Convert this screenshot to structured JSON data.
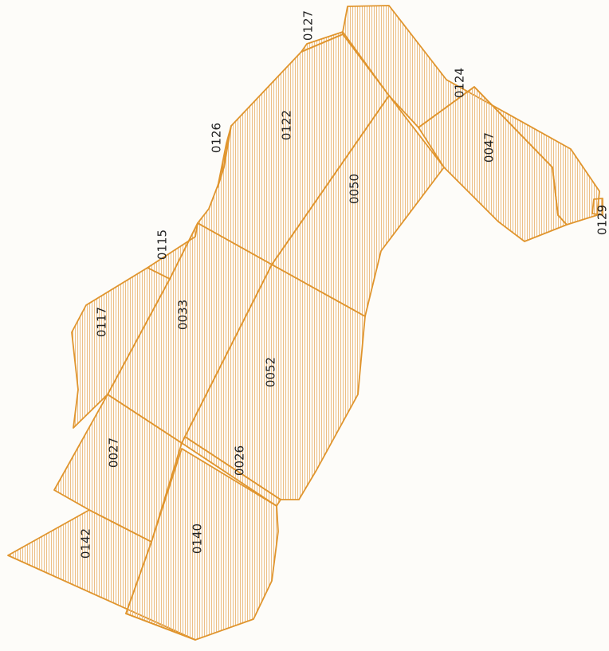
{
  "colors": {
    "outline": "#e0952e",
    "hatch": "#eab87a",
    "background": "#fdfcf9",
    "label": "#222222"
  },
  "parcels": [
    {
      "id": "p0142",
      "label": "0142"
    },
    {
      "id": "p0140",
      "label": "0140"
    },
    {
      "id": "p0027",
      "label": "0027"
    },
    {
      "id": "p0026",
      "label": "0026"
    },
    {
      "id": "p0052",
      "label": "0052"
    },
    {
      "id": "p0033",
      "label": "0033"
    },
    {
      "id": "p0117",
      "label": "0117"
    },
    {
      "id": "p0115",
      "label": "0115"
    },
    {
      "id": "p0050",
      "label": "0050"
    },
    {
      "id": "p0122",
      "label": "0122"
    },
    {
      "id": "p0126",
      "label": "0126"
    },
    {
      "id": "p0127",
      "label": "0127"
    },
    {
      "id": "p0124",
      "label": "0124"
    },
    {
      "id": "p0047",
      "label": "0047"
    },
    {
      "id": "p0129",
      "label": "0129"
    }
  ]
}
